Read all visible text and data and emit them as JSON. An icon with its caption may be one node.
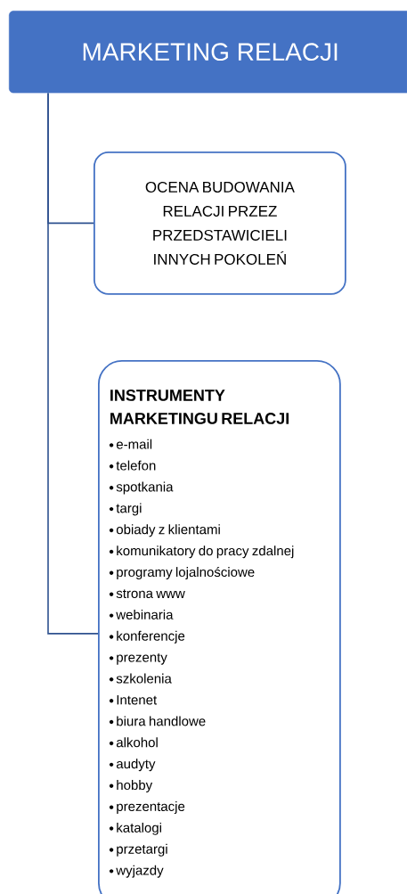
{
  "diagram": {
    "nodes": [
      {
        "text": [
          "MARKETING RELACJI"
        ]
      },
      {
        "text": [
          "OCENA BUDOWANIA RELACJI PRZEZ PRZEDSTAWICIELI INNYCH POKOLEŃ"
        ]
      },
      {
        "text": [
          "INSTRUMENTY MARKETINGU RELACJI",
          "e-mail",
          "telefon",
          "spotkania",
          "targi",
          "obiady z klientami",
          "komunikatory do pracy zdalnej",
          "programy lojalnościowe",
          "strona www",
          "webinaria",
          "konferencje",
          "prezenty",
          "szkolenia",
          "Intenet",
          "biura handlowe",
          "alkohol",
          "audyty",
          "hobby",
          "prezentacje",
          "katalogi",
          "przetargi",
          "wyjazdy"
        ]
      }
    ],
    "edges": [
      {
        "from": 0,
        "to": 1,
        "arrow": "none"
      },
      {
        "from": 0,
        "to": 2,
        "arrow": "none"
      }
    ]
  }
}
